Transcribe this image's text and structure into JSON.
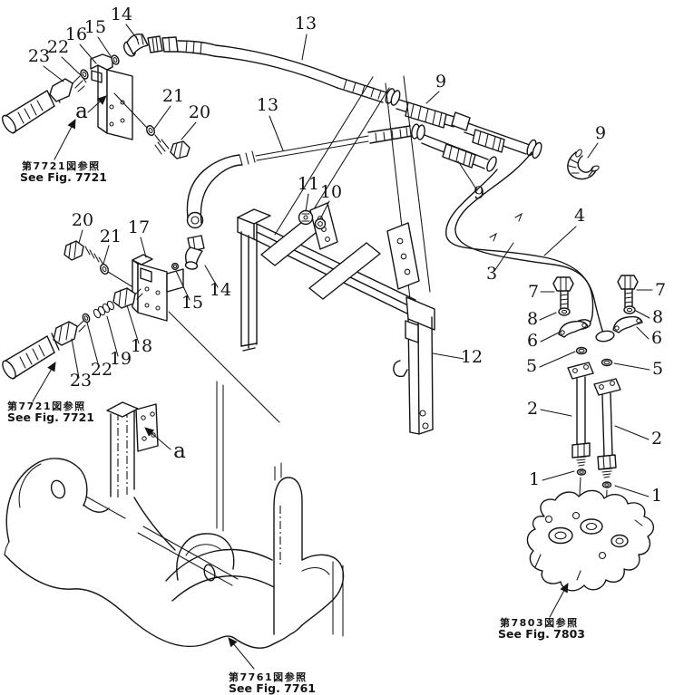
{
  "figure": {
    "type": "exploded-parts-diagram",
    "subject": "hydraulic piping and mounting frame",
    "line_color": "#141414",
    "background_color": "#ffffff"
  },
  "callouts": [
    {
      "text": "14"
    },
    {
      "text": "15"
    },
    {
      "text": "16"
    },
    {
      "text": "22"
    },
    {
      "text": "23"
    },
    {
      "text": "13"
    },
    {
      "text": "13"
    },
    {
      "text": "9"
    },
    {
      "text": "9"
    },
    {
      "text": "9"
    },
    {
      "text": "11"
    },
    {
      "text": "10"
    },
    {
      "text": "4"
    },
    {
      "text": "3"
    },
    {
      "text": "20"
    },
    {
      "text": "21"
    },
    {
      "text": "20"
    },
    {
      "text": "21"
    },
    {
      "text": "17"
    },
    {
      "text": "14"
    },
    {
      "text": "15"
    },
    {
      "text": "18"
    },
    {
      "text": "19"
    },
    {
      "text": "22"
    },
    {
      "text": "23"
    },
    {
      "text": "12"
    },
    {
      "text": "7"
    },
    {
      "text": "7"
    },
    {
      "text": "8"
    },
    {
      "text": "8"
    },
    {
      "text": "6"
    },
    {
      "text": "6"
    },
    {
      "text": "5"
    },
    {
      "text": "5"
    },
    {
      "text": "2"
    },
    {
      "text": "2"
    },
    {
      "text": "1"
    },
    {
      "text": "1"
    },
    {
      "text": "a"
    },
    {
      "text": "a"
    }
  ],
  "references": [
    {
      "jp": "第7721図参照",
      "en": "See Fig. 7721"
    },
    {
      "jp": "第7721図参照",
      "en": "See Fig. 7721"
    },
    {
      "jp": "第7761図参照",
      "en": "See Fig. 7761"
    },
    {
      "jp": "第7803図参照",
      "en": "See Fig. 7803"
    }
  ]
}
